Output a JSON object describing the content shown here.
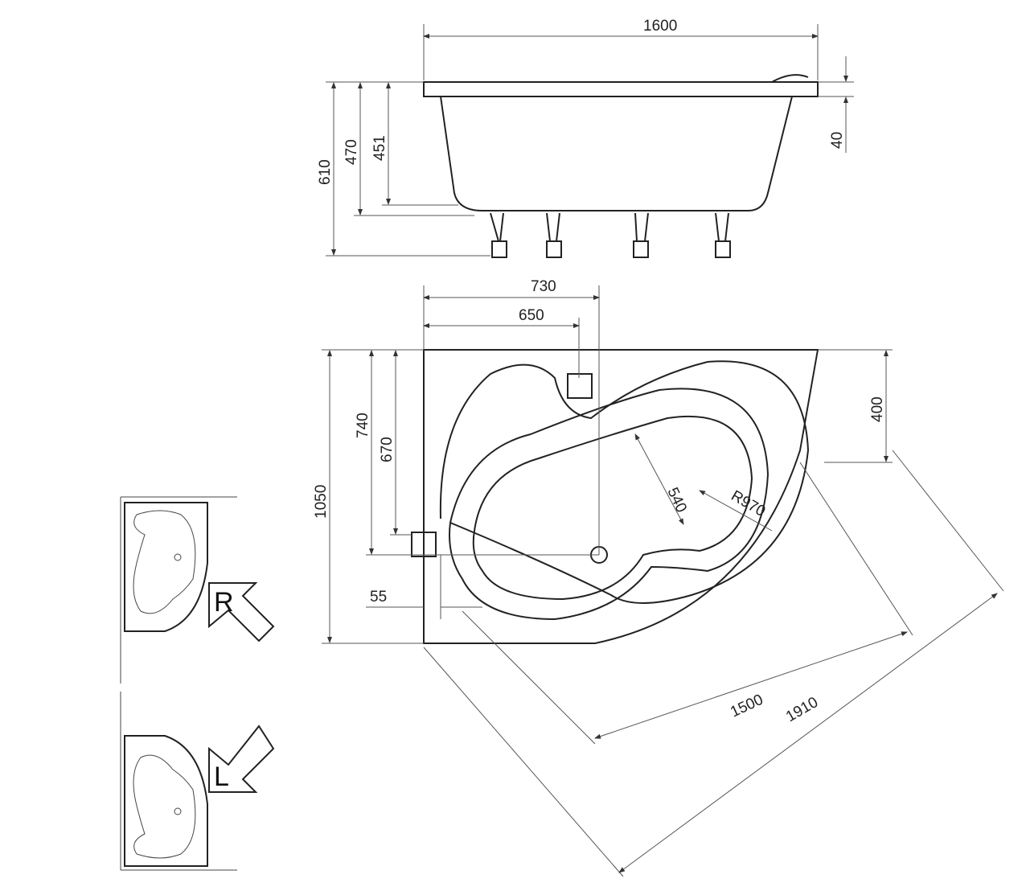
{
  "side_view": {
    "width": "1600",
    "height_total": "610",
    "height_rim": "470",
    "height_inner": "451",
    "rim_thickness": "40"
  },
  "plan_view": {
    "overflow_offset": "730",
    "overflow_inner": "650",
    "depth_total": "1050",
    "tap_height": "740",
    "tap_inner": "670",
    "corner_cut": "400",
    "basin_width": "540",
    "radius": "R970",
    "edge_offset": "55",
    "length_inner": "1500",
    "length_total": "1910"
  },
  "variants": {
    "right": "R",
    "left": "L"
  }
}
